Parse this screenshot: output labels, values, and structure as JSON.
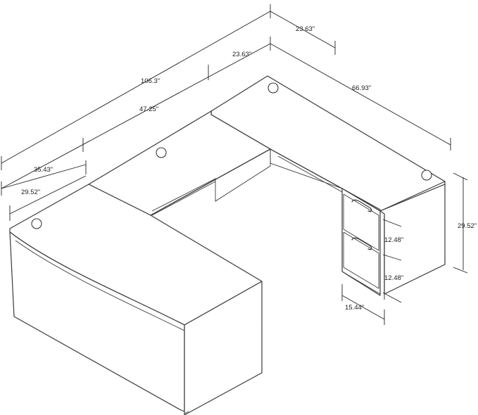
{
  "dimensions": {
    "overall_length": "106.3ʺ",
    "return_depth": "23.63ʺ",
    "bridge_depth": "23.63ʺ",
    "return_length": "66.93ʺ",
    "bridge_length": "47.25ʺ",
    "desk_depth": "35.43ʺ",
    "desk_width": "29.52ʺ",
    "height": "29.52ʺ",
    "drawer_top_height": "12.48ʺ",
    "drawer_bottom_height": "12.48ʺ",
    "pedestal_width": "15.44ʺ"
  }
}
